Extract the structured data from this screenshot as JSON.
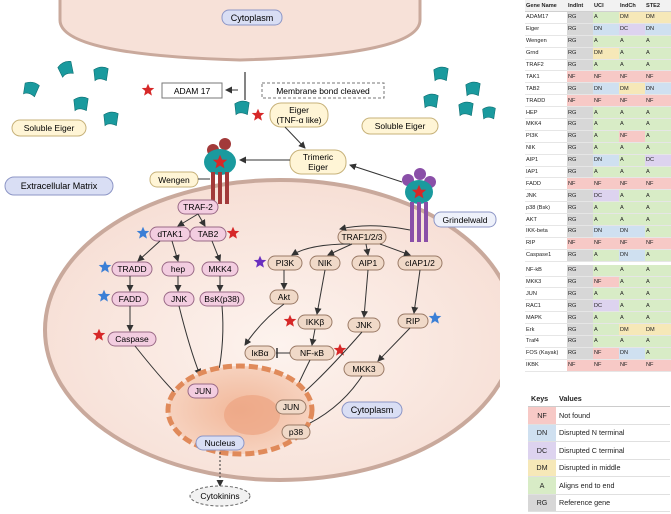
{
  "diagram": {
    "labels": {
      "cytoplasm_top": "Cytoplasm",
      "membrane_cleaved": "Membrane bond cleaved",
      "adam17": "ADAM 17",
      "eiger_tnf_line1": "Eiger",
      "eiger_tnf_line2": "(TNF-α like)",
      "soluble_eiger_left": "Soluble Eiger",
      "soluble_eiger_right": "Soluble Eiger",
      "trimeric_line1": "Trimeric",
      "trimeric_line2": "Eiger",
      "extracellular_matrix": "Extracellular Matrix",
      "wengen": "Wengen",
      "grindelwald": "Grindelwald",
      "traf2": "TRAF-2",
      "dtak1": "dTAK1",
      "tab2": "TAB2",
      "tradd": "TRADD",
      "hep": "hep",
      "mkk4": "MKK4",
      "fadd": "FADD",
      "jnk_left": "JNK",
      "bsk_p38": "BsK(p38)",
      "caspase": "Caspase",
      "traf123": "TRAF1/2/3",
      "pi3k": "PI3K",
      "nik": "NIK",
      "aip1": "AIP1",
      "ciap12": "cIAP1/2",
      "akt": "Akt",
      "ikkb": "IKKβ",
      "jnk_right": "JNK",
      "rip": "RIP",
      "ikba": "IκBα",
      "nfkb": "NF-κB",
      "mkk3": "MKK3",
      "jun_nucleus_top": "JUN",
      "jun_nucleus_right": "JUN",
      "p38": "p38",
      "cytoplasm_bottom": "Cytoplasm",
      "nucleus": "Nucleus",
      "cytokinins": "Cytokinins"
    },
    "colors": {
      "soluble_eiger": "#1a9a9e",
      "wengen_receptor": "#a23a3a",
      "grindelwald_receptor": "#8a4fa8",
      "red_star": "#d62828",
      "blue_star": "#3b7fd6",
      "purple_star": "#6a2fbf",
      "node_pink": "#f3cde0",
      "node_tan": "#f0d9c8",
      "cell_fill": "#fbece6",
      "cell_stroke": "#c9a99c",
      "nucleus_stroke": "#e08a5a",
      "label_bg": "#fff5d6",
      "ecm_bg": "#d9def4"
    }
  },
  "gene_table": {
    "headers": [
      "Gene Name",
      "IndInt",
      "UCI",
      "IndCh",
      "STE2"
    ],
    "rows": [
      [
        "ADAM17",
        "RG",
        "A",
        "DM",
        "DM"
      ],
      [
        "Eiger",
        "RG",
        "DN",
        "DC",
        "DN"
      ],
      [
        "Wengen",
        "RG",
        "A",
        "A",
        "A"
      ],
      [
        "Grnd",
        "RG",
        "DM",
        "A",
        "A"
      ],
      [
        "TRAF2",
        "RG",
        "A",
        "A",
        "A"
      ],
      [
        "TAK1",
        "NF",
        "NF",
        "NF",
        "NF"
      ],
      [
        "TAB2",
        "RG",
        "DN",
        "DM",
        "DN"
      ],
      [
        "TRADD",
        "NF",
        "NF",
        "NF",
        "NF"
      ],
      [
        "HEP",
        "RG",
        "A",
        "A",
        "A"
      ],
      [
        "MKK4",
        "RG",
        "A",
        "A",
        "A"
      ],
      [
        "PI3K",
        "RG",
        "A",
        "NF",
        "A"
      ],
      [
        "NIK",
        "RG",
        "A",
        "A",
        "A"
      ],
      [
        "AIP1",
        "RG",
        "DN",
        "A",
        "DC"
      ],
      [
        "IAP1",
        "RG",
        "A",
        "A",
        "A"
      ],
      [
        "FADD",
        "NF",
        "NF",
        "NF",
        "NF"
      ],
      [
        "JNK",
        "RG",
        "DC",
        "A",
        "A"
      ],
      [
        "p38 (Bsk)",
        "RG",
        "A",
        "A",
        "A"
      ],
      [
        "AKT",
        "RG",
        "A",
        "A",
        "A"
      ],
      [
        "IKK-beta",
        "RG",
        "DN",
        "DN",
        "A"
      ],
      [
        "RIP",
        "NF",
        "NF",
        "NF",
        "NF"
      ],
      [
        "Caspase1",
        "RG",
        "A",
        "DN",
        "A"
      ],
      [
        "NF-kB",
        "RG",
        "A",
        "A",
        "A"
      ],
      [
        "MKK3",
        "RG",
        "NF",
        "A",
        "A"
      ],
      [
        "JUN",
        "RG",
        "A",
        "A",
        "A"
      ],
      [
        "RAC1",
        "RG",
        "DC",
        "A",
        "A"
      ],
      [
        "MAPK",
        "RG",
        "A",
        "A",
        "A"
      ],
      [
        "Erk",
        "RG",
        "A",
        "DM",
        "DM"
      ],
      [
        "Traf4",
        "RG",
        "A",
        "A",
        "A"
      ],
      [
        "FOS (Kayak)",
        "RG",
        "NF",
        "DN",
        "A"
      ],
      [
        "IKBK",
        "NF",
        "NF",
        "NF",
        "NF"
      ]
    ],
    "gap_after_row": 20
  },
  "keys": {
    "headers": [
      "Keys",
      "Values"
    ],
    "rows": [
      {
        "key": "NF",
        "value": "Not found"
      },
      {
        "key": "DN",
        "value": "Disrupted N terminal"
      },
      {
        "key": "DC",
        "value": "Disrupted C terminal"
      },
      {
        "key": "DM",
        "value": "Disrupted in middle"
      },
      {
        "key": "A",
        "value": "Aligns end to end"
      },
      {
        "key": "RG",
        "value": "Reference gene"
      }
    ]
  }
}
